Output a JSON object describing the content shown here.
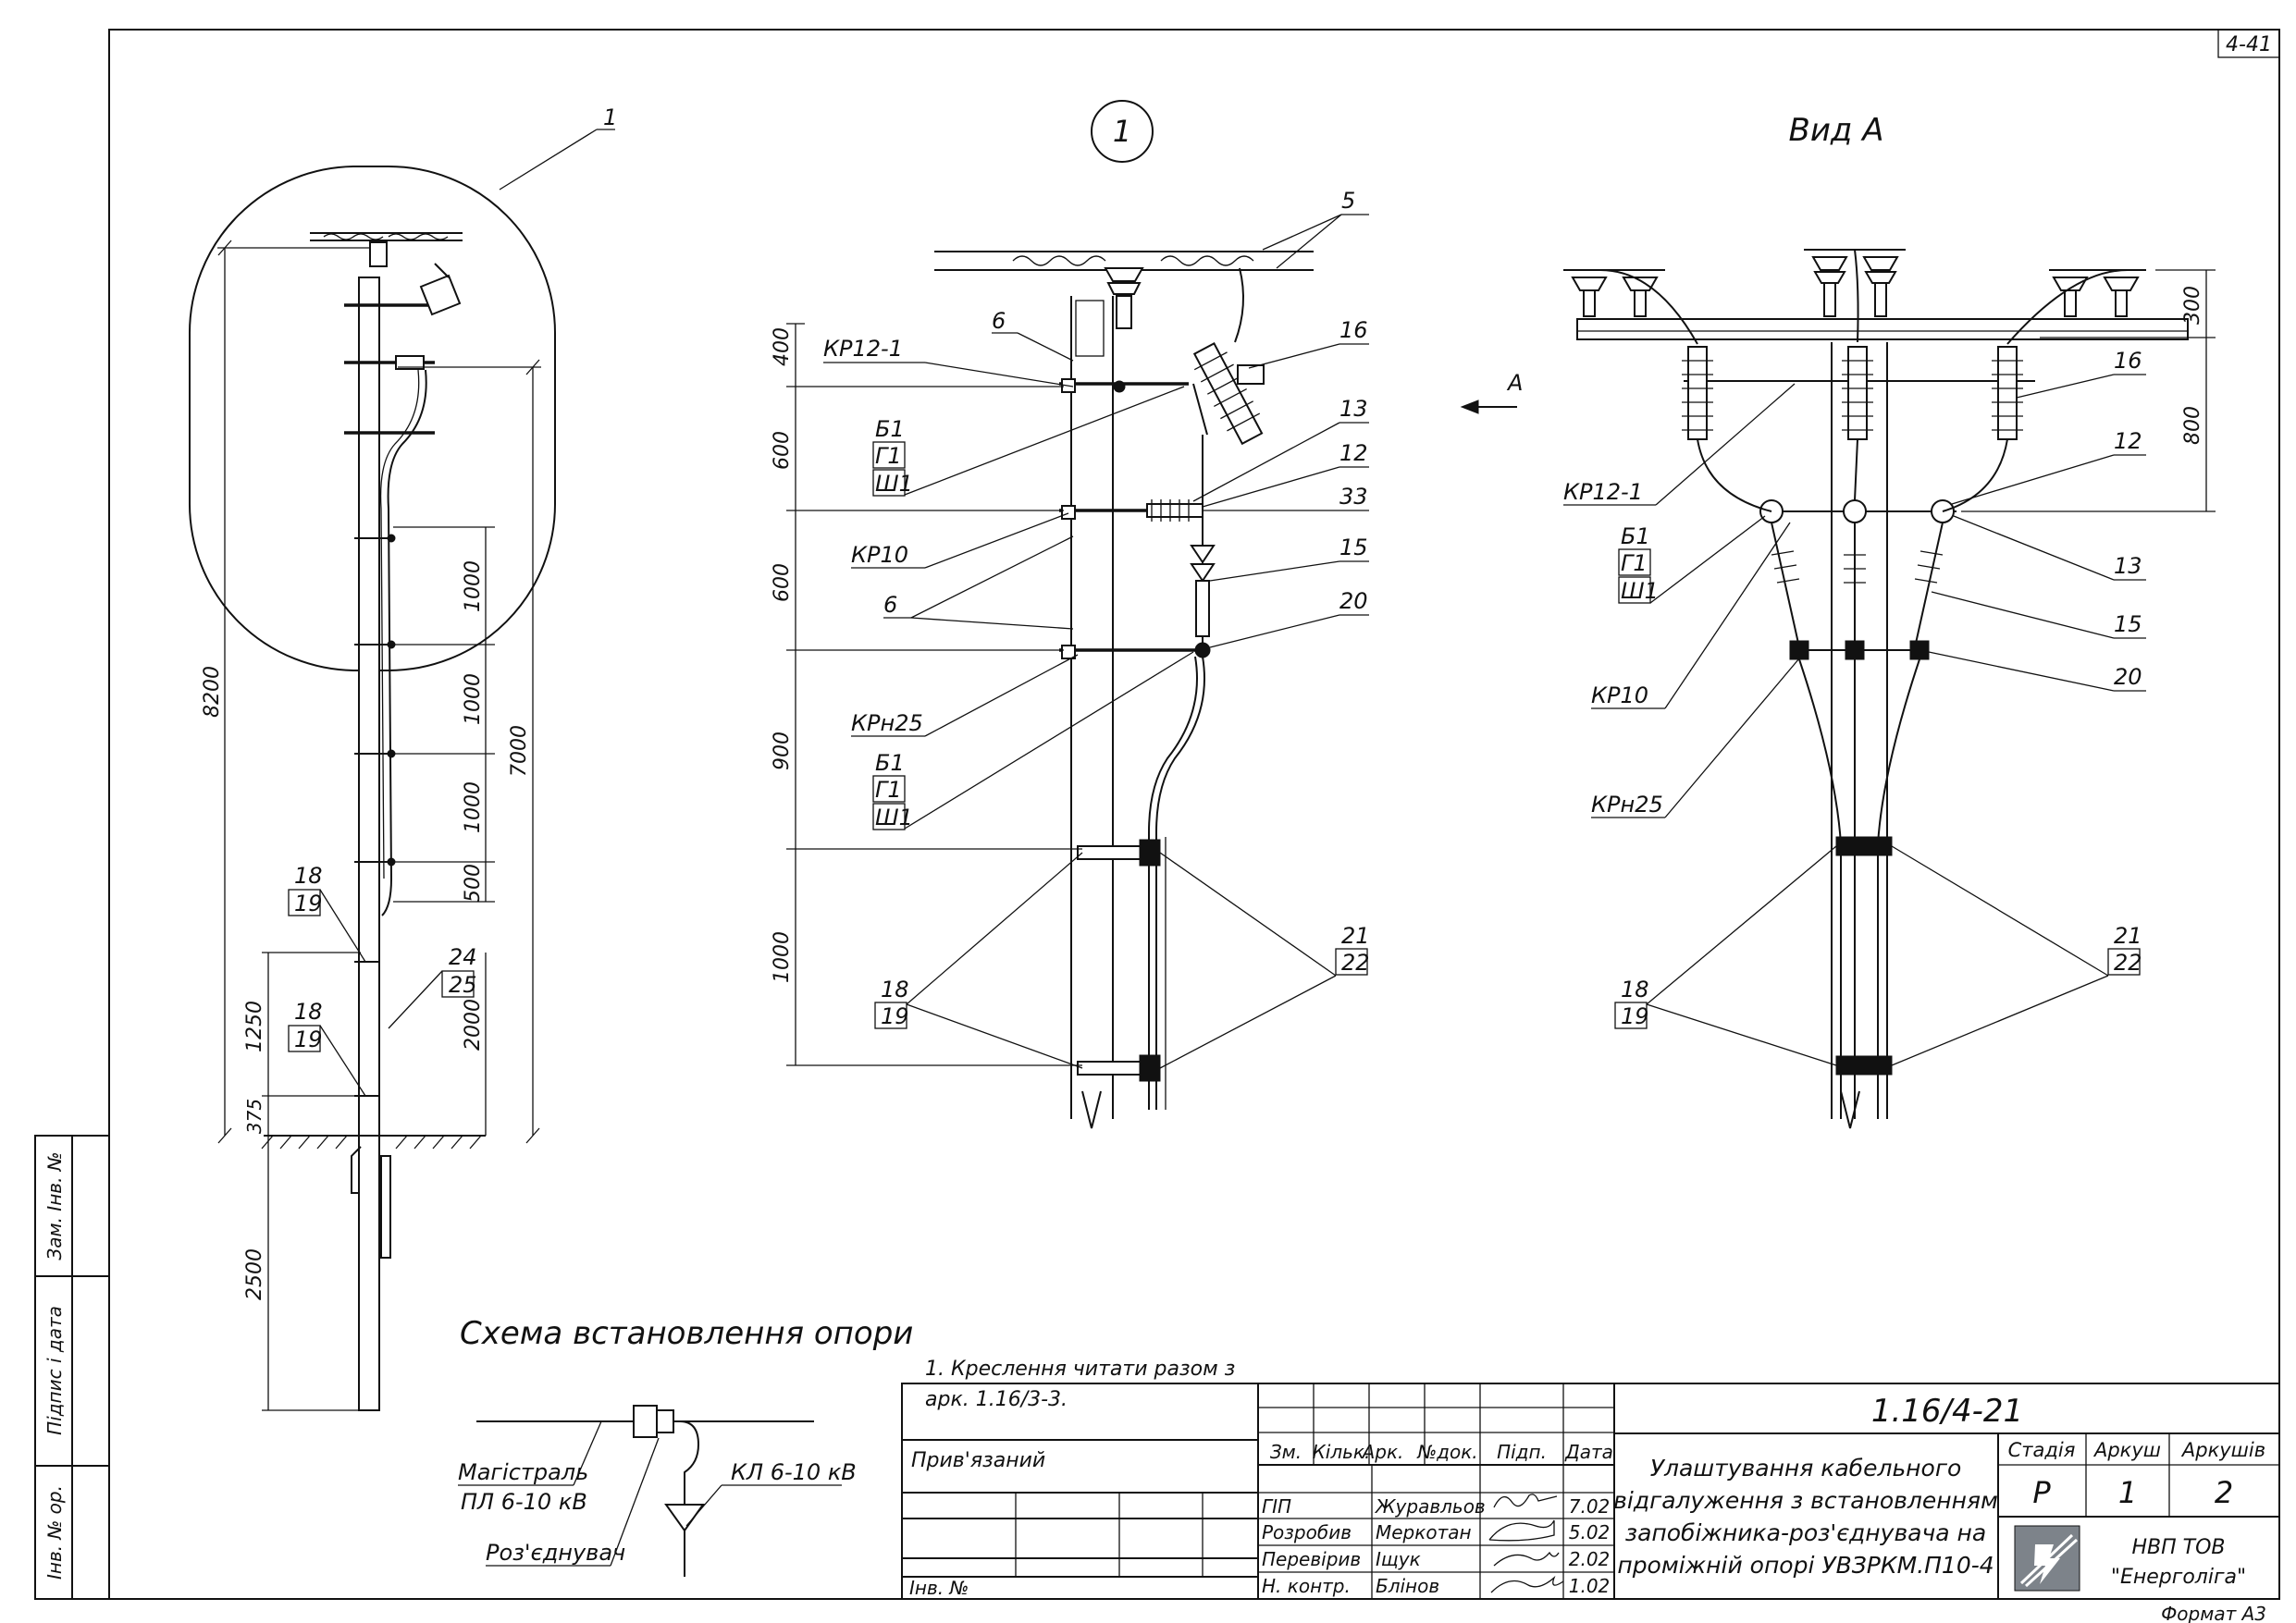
{
  "sheet": {
    "corner_code": "4-41",
    "format": "Формат А3"
  },
  "side_stamp": {
    "inv_sub": "Зам. Інв. №",
    "sign_date": "Підпис і дата",
    "inv_orig": "Інв. № ор."
  },
  "left_view": {
    "callout": "1",
    "total_height": "8200",
    "height_7000": "7000",
    "spacing": [
      "1000",
      "1000",
      "1000",
      "500"
    ],
    "dim_2000": "2000",
    "dim_1250": "1250",
    "dim_375": "375",
    "dim_2500": "2500",
    "clamp_a": "18",
    "clamp_a_sub": "19",
    "clamp_b": "18",
    "clamp_b_sub": "19",
    "tag_24": "24",
    "tag_25": "25"
  },
  "detail_view": {
    "circle_label": "1",
    "dims": [
      "400",
      "600",
      "600",
      "900",
      "1000"
    ],
    "labels": {
      "kr12": "КР12-1",
      "kr10": "КР10",
      "krn25": "КРн25",
      "b1": "Б1",
      "g1": "Г1",
      "sh1": "Ш1",
      "b1b": "Б1",
      "g1b": "Г1",
      "sh1b": "Ш1",
      "n6a": "6",
      "n6b": "6",
      "n5": "5",
      "n16": "16",
      "n13": "13",
      "n12": "12",
      "n33": "33",
      "n15": "15",
      "n20": "20",
      "n21": "21",
      "n22": "22",
      "n18": "18",
      "n19": "19"
    },
    "arrow_label": "А"
  },
  "view_a": {
    "title": "Вид А",
    "dims": [
      "300",
      "800"
    ],
    "labels": {
      "n16": "16",
      "n12": "12",
      "kr12": "КР12-1",
      "b1": "Б1",
      "g1": "Г1",
      "sh1": "Ш1",
      "n13": "13",
      "n15": "15",
      "kr10": "КР10",
      "n20": "20",
      "krn25": "КРн25",
      "n21": "21",
      "n22": "22",
      "n18": "18",
      "n19": "19"
    }
  },
  "scheme": {
    "title": "Схема встановлення опори",
    "mains_1": "Магістраль",
    "mains_2": "ПЛ 6-10 кВ",
    "cable": "КЛ 6-10 кВ",
    "disconnector": "Роз'єднувач"
  },
  "notes": {
    "line1": "1. Креслення читати разом з",
    "line2": "арк. 1.16/3-3."
  },
  "title_block": {
    "code": "1.16/4-21",
    "bound": "Прив'язаний",
    "inv": "Інв. №",
    "headers": [
      "Зм.",
      "Кільк.",
      "Арк.",
      "№док.",
      "Підп.",
      "Дата"
    ],
    "rows": [
      {
        "role": "ГІП",
        "name": "Журавльов",
        "date": "7.02"
      },
      {
        "role": "Розробив",
        "name": "Меркотан",
        "date": "5.02"
      },
      {
        "role": "Перевірив",
        "name": "Іщук",
        "date": "2.02"
      },
      {
        "role": "Н. контр.",
        "name": "Блінов",
        "date": "1.02"
      }
    ],
    "description": [
      "Улаштування кабельного",
      "відгалуження з встановленням",
      "запобіжника-роз'єднувача на",
      "проміжній опорі УВЗРКМ.П10-4"
    ],
    "stage_label": "Стадія",
    "sheet_label": "Аркуш",
    "sheets_label": "Аркушів",
    "stage": "Р",
    "sheet_no": "1",
    "sheets_total": "2",
    "company_1": "НВП ТОВ",
    "company_2": "\"Енерголіга\""
  }
}
